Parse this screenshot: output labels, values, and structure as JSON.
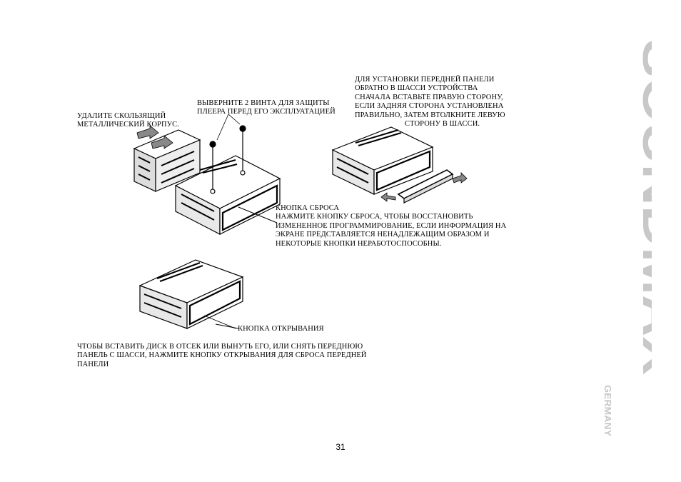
{
  "captions": {
    "remove_sleeve": [
      "Удалите скользящий",
      "металлический корпус."
    ],
    "remove_screws": [
      "Выверните 2 винта для защиты",
      "плеера перед его эксплуатацией"
    ],
    "install_front_panel": [
      "Для установки передней панели",
      "обратно в шасси устройства",
      "сначала вставьте правую сторону,",
      "если задняя сторона установлена",
      "правильно, затем втолкните левую",
      "сторону в шасси."
    ],
    "reset_title": "Кнопка сброса",
    "reset_body": [
      "Нажмите кнопку сброса, чтобы восстановить",
      "измененное программирование, если информация на",
      "экране представляется ненадлежащим образом и",
      "некоторые кнопки неработоспособны."
    ],
    "open_title": "Кнопка открывания",
    "open_body": [
      "Чтобы вставить диск в отсек или вынуть его, или снять переднюю",
      "панель с шасси, нажмите кнопку открывания для сброса передней",
      "панели"
    ]
  },
  "brand": {
    "name": "SOUNDMAX",
    "sub": "GERMANY",
    "color": "#c8c8c8"
  },
  "page_number": "31"
}
